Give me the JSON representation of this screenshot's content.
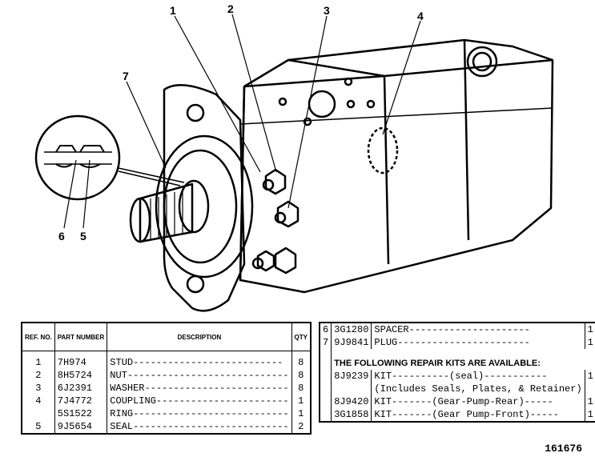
{
  "callouts": [
    "1",
    "2",
    "3",
    "4",
    "5",
    "6",
    "7"
  ],
  "left_table": {
    "headers": {
      "ref": "REF. NO.",
      "part": "PART NUMBER",
      "desc": "DESCRIPTION",
      "qty": "QTY"
    },
    "rows": [
      {
        "ref": "1",
        "part": "7H974",
        "desc": "STUD",
        "qty": "8"
      },
      {
        "ref": "2",
        "part": "8H5724",
        "desc": "NUT",
        "qty": "8"
      },
      {
        "ref": "3",
        "part": "6J2391",
        "desc": "WASHER",
        "qty": "8"
      },
      {
        "ref": "4",
        "part": "7J4772",
        "desc": "COUPLING",
        "qty": "1"
      },
      {
        "ref": "",
        "part": "5S1522",
        "desc": "RING",
        "qty": "1"
      },
      {
        "ref": "5",
        "part": "9J5654",
        "desc": "SEAL",
        "qty": "2"
      }
    ]
  },
  "right_table": {
    "rows": [
      {
        "ref": "6",
        "part": "3G1280",
        "desc": "SPACER",
        "qty": "1"
      },
      {
        "ref": "7",
        "part": "9J9841",
        "desc": "PLUG",
        "qty": "1"
      }
    ],
    "kits_heading": "THE FOLLOWING REPAIR KITS ARE AVAILABLE:",
    "kits": [
      {
        "part": "8J9239",
        "desc": "KIT----------(seal)-----------",
        "qty": "1"
      },
      {
        "part": "",
        "desc": "(Includes Seals, Plates, & Retainer)",
        "qty": ""
      },
      {
        "part": "8J9420",
        "desc": "KIT-------(Gear-Pump-Rear)-----",
        "qty": "1"
      },
      {
        "part": "3G1858",
        "desc": "KIT-------(Gear Pump-Front)-----",
        "qty": "1"
      }
    ]
  },
  "figure_number": "161676"
}
